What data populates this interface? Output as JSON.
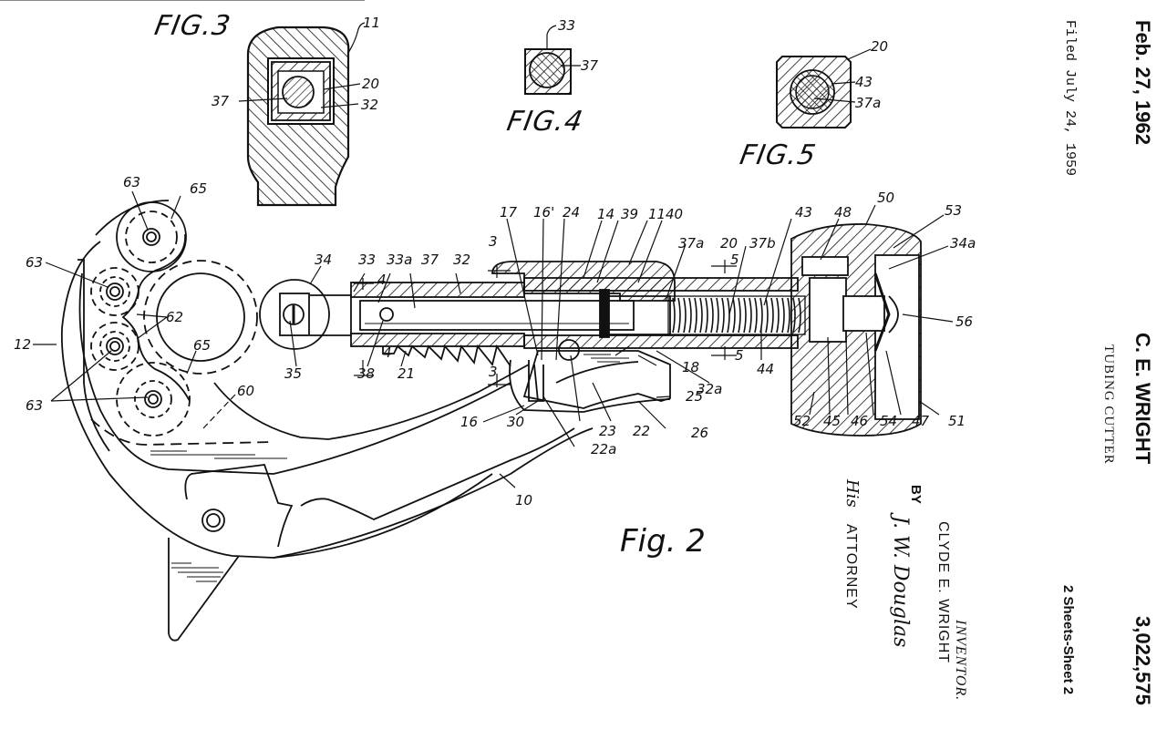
{
  "header": {
    "date": "Feb. 27, 1962",
    "filed": "Filed July 24, 1959",
    "inventor_short": "C. E. WRIGHT",
    "title": "TUBING CUTTER",
    "patent_number": "3,022,575",
    "sheets": "2 Sheets-Sheet 2"
  },
  "signature_block": {
    "inventor_label": "INVENTOR.",
    "inventor_name": "CLYDE E. WRIGHT",
    "by": "BY",
    "signature": "J. W. Douglas",
    "his": "His",
    "attorney": "ATTORNEY"
  },
  "figures": {
    "fig3": {
      "label": "FIG.3",
      "refs": [
        "11",
        "20",
        "37",
        "32"
      ]
    },
    "fig4": {
      "label": "FIG.4",
      "refs": [
        "33",
        "37"
      ]
    },
    "fig5": {
      "label": "FIG.5",
      "refs": [
        "20",
        "43",
        "37a"
      ]
    },
    "fig2": {
      "label": "Fig. 2",
      "refs": {
        "r63a": "63",
        "r65a": "65",
        "r63b": "63",
        "r62": "62",
        "r12": "12",
        "r63c": "63",
        "r65b": "65",
        "r60": "60",
        "r34": "34",
        "r33": "33",
        "r33a": "33a",
        "r37": "37",
        "r32": "32",
        "r35": "35",
        "r38": "38",
        "r21": "21",
        "r4a": "4",
        "r4b": "4",
        "r3a": "3",
        "r3b": "3",
        "r17": "17",
        "r16p": "16'",
        "r24": "24",
        "r14": "14",
        "r39": "39",
        "r11": "11",
        "r40": "40",
        "r37a": "37a",
        "r20": "20",
        "r37b": "37b",
        "r5a": "5",
        "r5b": "5",
        "r43": "43",
        "r48": "48",
        "r50": "50",
        "r53": "53",
        "r34a": "34a",
        "r56": "56",
        "r44": "44",
        "r32a": "32a",
        "r18": "18",
        "r25": "25",
        "r26": "26",
        "r22": "22",
        "r23": "23",
        "r22a": "22a",
        "r30": "30",
        "r16": "16",
        "r10": "10",
        "r52": "52",
        "r45": "45",
        "r46": "46",
        "r54": "54",
        "r47": "47",
        "r51": "51"
      }
    }
  },
  "colors": {
    "ink": "#111111",
    "paper": "#ffffff"
  }
}
